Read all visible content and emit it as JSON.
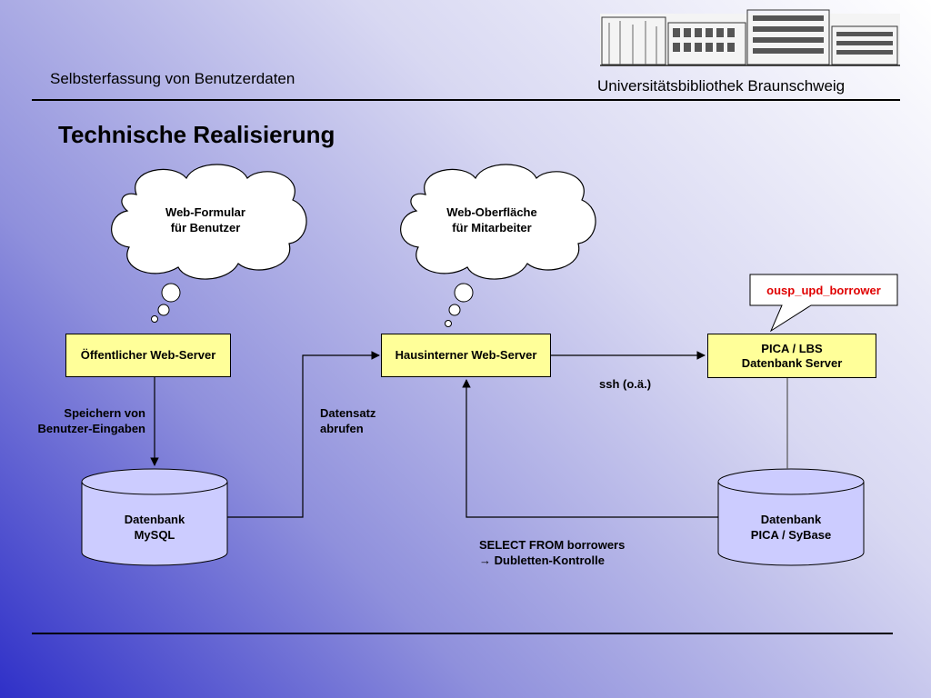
{
  "header": {
    "left": "Selbsterfassung von Benutzerdaten",
    "right": "Universitätsbibliothek Braunschweig"
  },
  "title": "Technische Realisierung",
  "clouds": {
    "web_form": "Web-Formular\nfür Benutzer",
    "web_surface": "Web-Oberfläche\nfür Mitarbeiter"
  },
  "boxes": {
    "public_server": "Öffentlicher Web-Server",
    "internal_server": "Hausinterner Web-Server",
    "pica_server": "PICA / LBS\nDatenbank Server"
  },
  "callout": "ousp_upd_borrower",
  "databases": {
    "mysql": "Datenbank\nMySQL",
    "pica": "Datenbank\nPICA / SyBase"
  },
  "labels": {
    "save_input": "Speichern von\nBenutzer-Eingaben",
    "fetch_record": "Datensatz\nabrufen",
    "ssh": "ssh (o.ä.)",
    "select": "SELECT FROM borrowers\n→ Dubletten-Kontrolle"
  },
  "colors": {
    "box_fill": "#ffff99",
    "db_fill": "#ccccff",
    "callout_text": "#e00000"
  }
}
